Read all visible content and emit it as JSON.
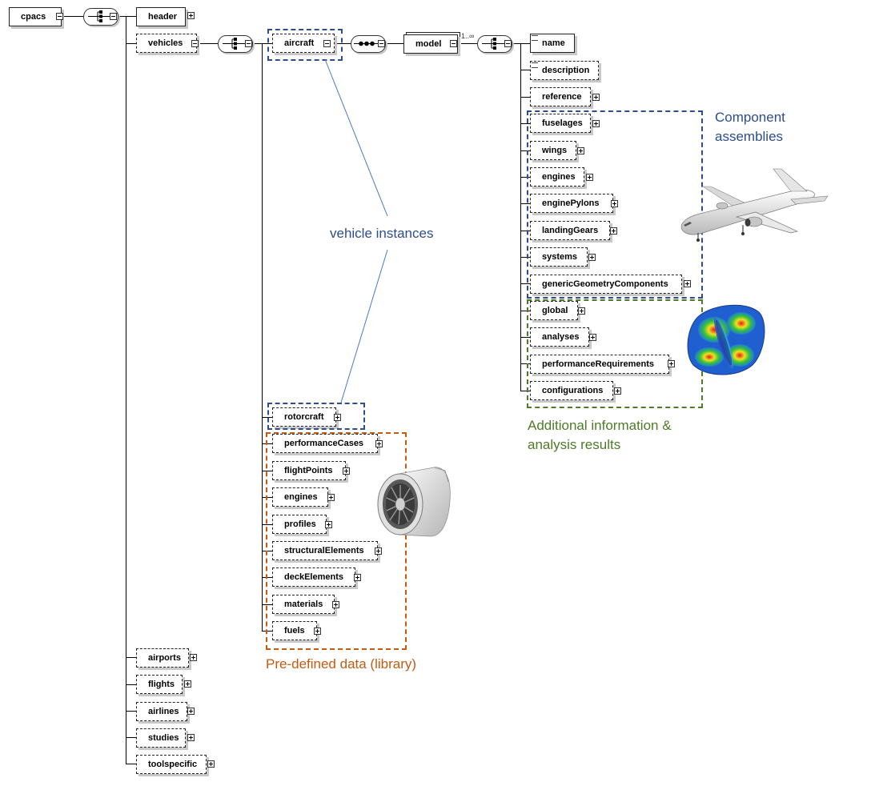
{
  "root": {
    "label": "cpacs"
  },
  "level1": {
    "header": "header",
    "vehicles": "vehicles",
    "airports": "airports",
    "flights": "flights",
    "airlines": "airlines",
    "studies": "studies",
    "toolspecific": "toolspecific"
  },
  "vehicles_children": {
    "aircraft": "aircraft",
    "rotorcraft": "rotorcraft",
    "performanceCases": "performanceCases",
    "flightPoints": "flightPoints",
    "engines": "engines",
    "profiles": "profiles",
    "structuralElements": "structuralElements",
    "deckElements": "deckElements",
    "materials": "materials",
    "fuels": "fuels"
  },
  "model": {
    "label": "model",
    "multiplicity": "1..∞"
  },
  "model_children": {
    "name": "name",
    "description": "description",
    "reference": "reference",
    "fuselages": "fuselages",
    "wings": "wings",
    "engines": "engines",
    "enginePylons": "enginePylons",
    "landingGears": "landingGears",
    "systems": "systems",
    "genericGeometryComponents": "genericGeometryComponents",
    "global": "global",
    "analyses": "analyses",
    "performanceRequirements": "performanceRequirements",
    "configurations": "configurations"
  },
  "annotations": {
    "component_assemblies_1": "Component",
    "component_assemblies_2": "assemblies",
    "vehicle_instances": "vehicle instances",
    "additional_1": "Additional information &",
    "additional_2": "analysis results",
    "predefined": "Pre-defined data (library)"
  },
  "colors": {
    "blue": "#2e4d8c",
    "green": "#4f7a28",
    "orange": "#c55a11",
    "line_blue": "#4a78c8"
  },
  "icons": [
    "collapse-icon",
    "expand-icon",
    "sequence-icon",
    "documentation-icon",
    "aircraft-image",
    "engine-image",
    "fea-shell-image"
  ]
}
